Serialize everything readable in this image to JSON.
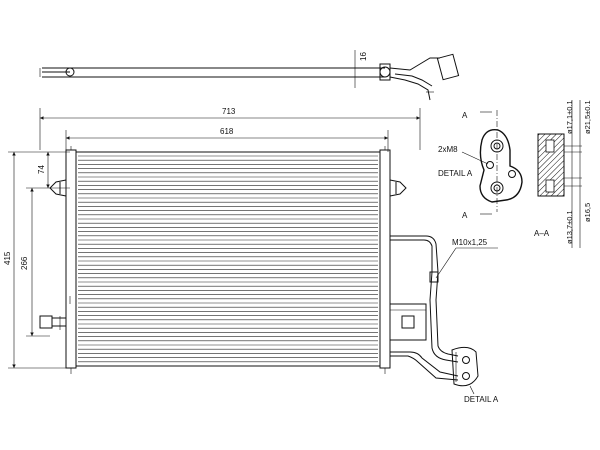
{
  "dimensions": {
    "overall_width": "713",
    "core_width": "618",
    "total_height": "415",
    "core_height": "266",
    "top_offset": "74",
    "side_thickness": "16"
  },
  "detail": {
    "bolt_label": "2xM8",
    "detail_label_top": "DETAIL  A",
    "detail_label_bottom": "DETAIL  A",
    "section_mark": "A",
    "section_label": "A–A",
    "fitting_thread": "M10x1,25"
  },
  "section_dims": {
    "d1": "ø17,1±0.1",
    "d2": "ø21,5±0.1",
    "d3": "ø13,7±0.1",
    "d4": "ø16,5"
  }
}
